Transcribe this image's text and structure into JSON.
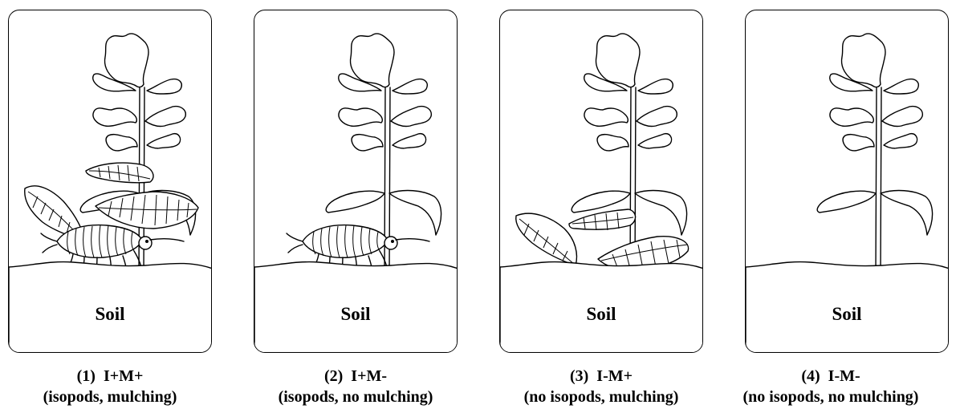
{
  "soil_label": "Soil",
  "panels": [
    {
      "number": "(1)",
      "code": "I+M+",
      "description": "(isopods, mulching)",
      "has_isopod": true,
      "has_mulch": true
    },
    {
      "number": "(2)",
      "code": "I+M-",
      "description": "(isopods, no mulching)",
      "has_isopod": true,
      "has_mulch": false
    },
    {
      "number": "(3)",
      "code": "I-M+",
      "description": "(no isopods, mulching)",
      "has_isopod": false,
      "has_mulch": true
    },
    {
      "number": "(4)",
      "code": "I-M-",
      "description": "(no isopods, no mulching)",
      "has_isopod": false,
      "has_mulch": false
    }
  ]
}
